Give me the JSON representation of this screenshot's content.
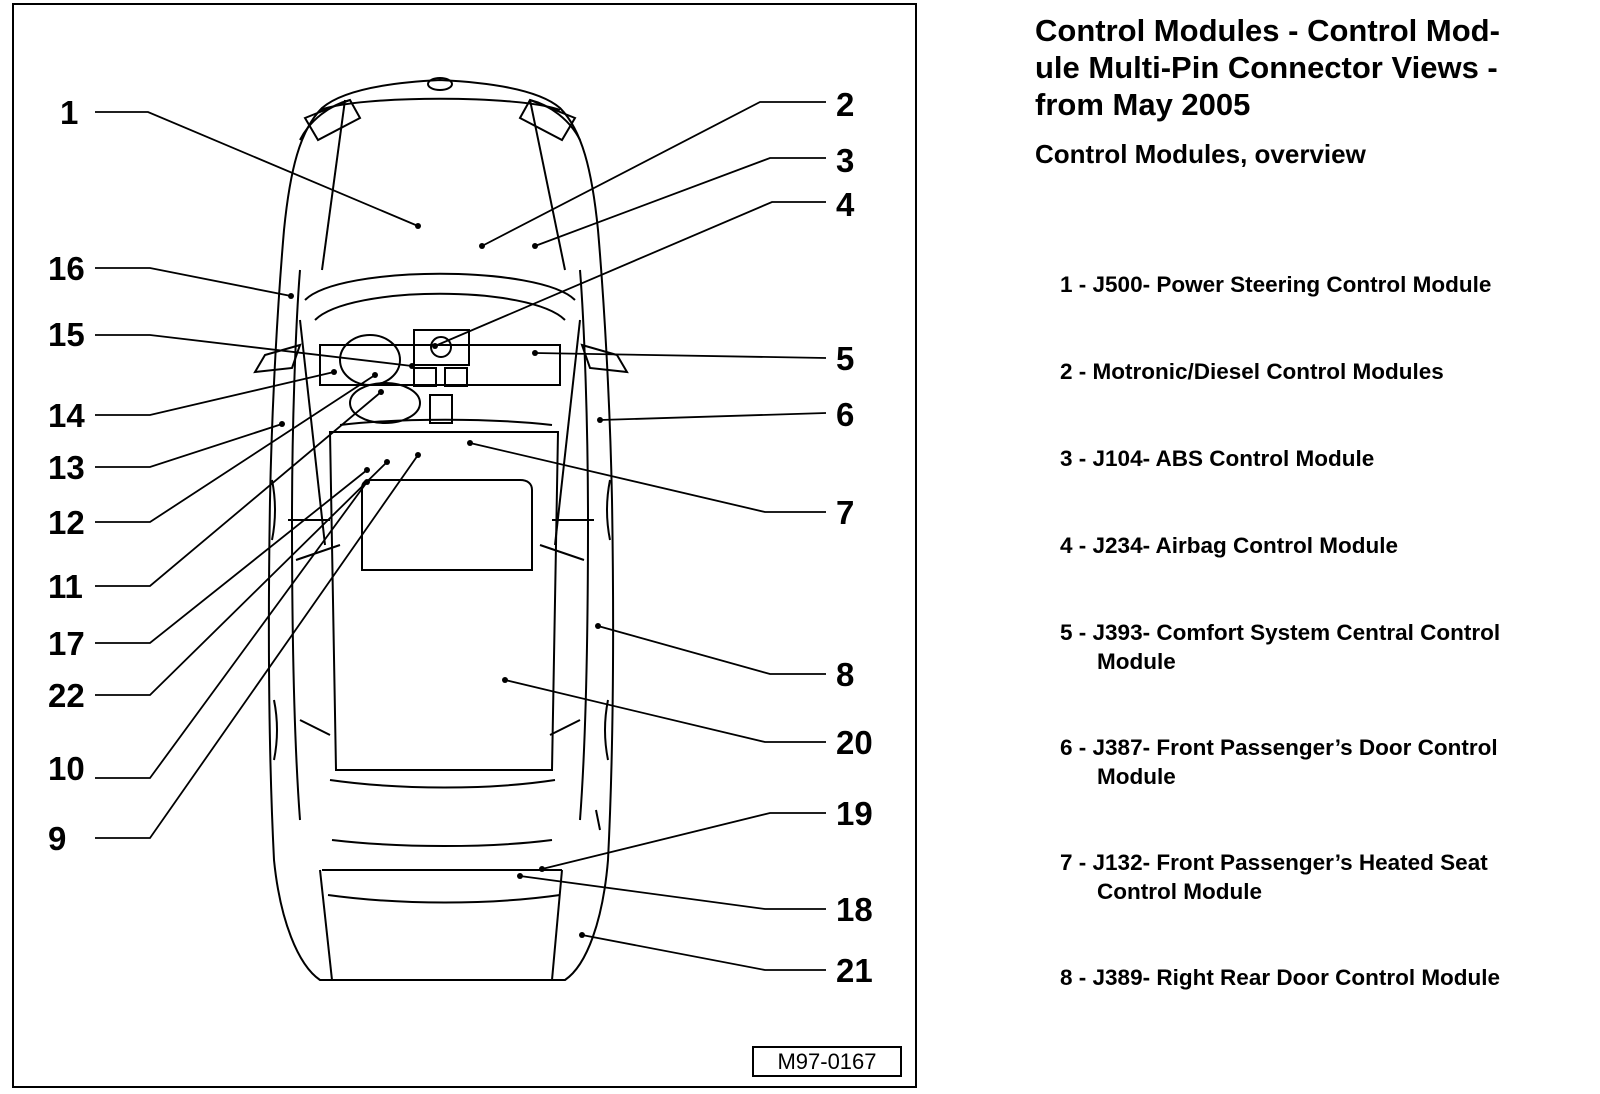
{
  "header": {
    "title": "Control Modules - Control Mod-ule Multi-Pin Connector Views - from May 2005",
    "title_lines": [
      "Control Modules - Control Mod-",
      "ule Multi-Pin Connector Views -",
      "from May 2005"
    ],
    "subtitle": "Control Modules, overview"
  },
  "figure": {
    "code": "M97-0167",
    "callouts": [
      "1",
      "2",
      "3",
      "4",
      "5",
      "6",
      "7",
      "8",
      "9",
      "10",
      "11",
      "12",
      "13",
      "14",
      "15",
      "16",
      "17",
      "18",
      "19",
      "20",
      "21",
      "22"
    ]
  },
  "legend": [
    {
      "prefix": "1 -",
      "text": "J500- Power Steering Control Module",
      "cont": ""
    },
    {
      "prefix": "2 -",
      "text": "Motronic/Diesel Control Modules",
      "cont": ""
    },
    {
      "prefix": "3 -",
      "text": "J104- ABS Control Module",
      "cont": ""
    },
    {
      "prefix": "4 -",
      "text": "J234- Airbag Control Module",
      "cont": ""
    },
    {
      "prefix": "5 -",
      "text": "J393- Comfort System Central Control",
      "cont": "Module"
    },
    {
      "prefix": "6 -",
      "text": "J387- Front Passenger’s Door Control",
      "cont": "Module"
    },
    {
      "prefix": "7 -",
      "text": "J132- Front Passenger’s Heated Seat",
      "cont": "Control Module"
    },
    {
      "prefix": "8 -",
      "text": "J389- Right Rear Door Control Module",
      "cont": ""
    }
  ]
}
